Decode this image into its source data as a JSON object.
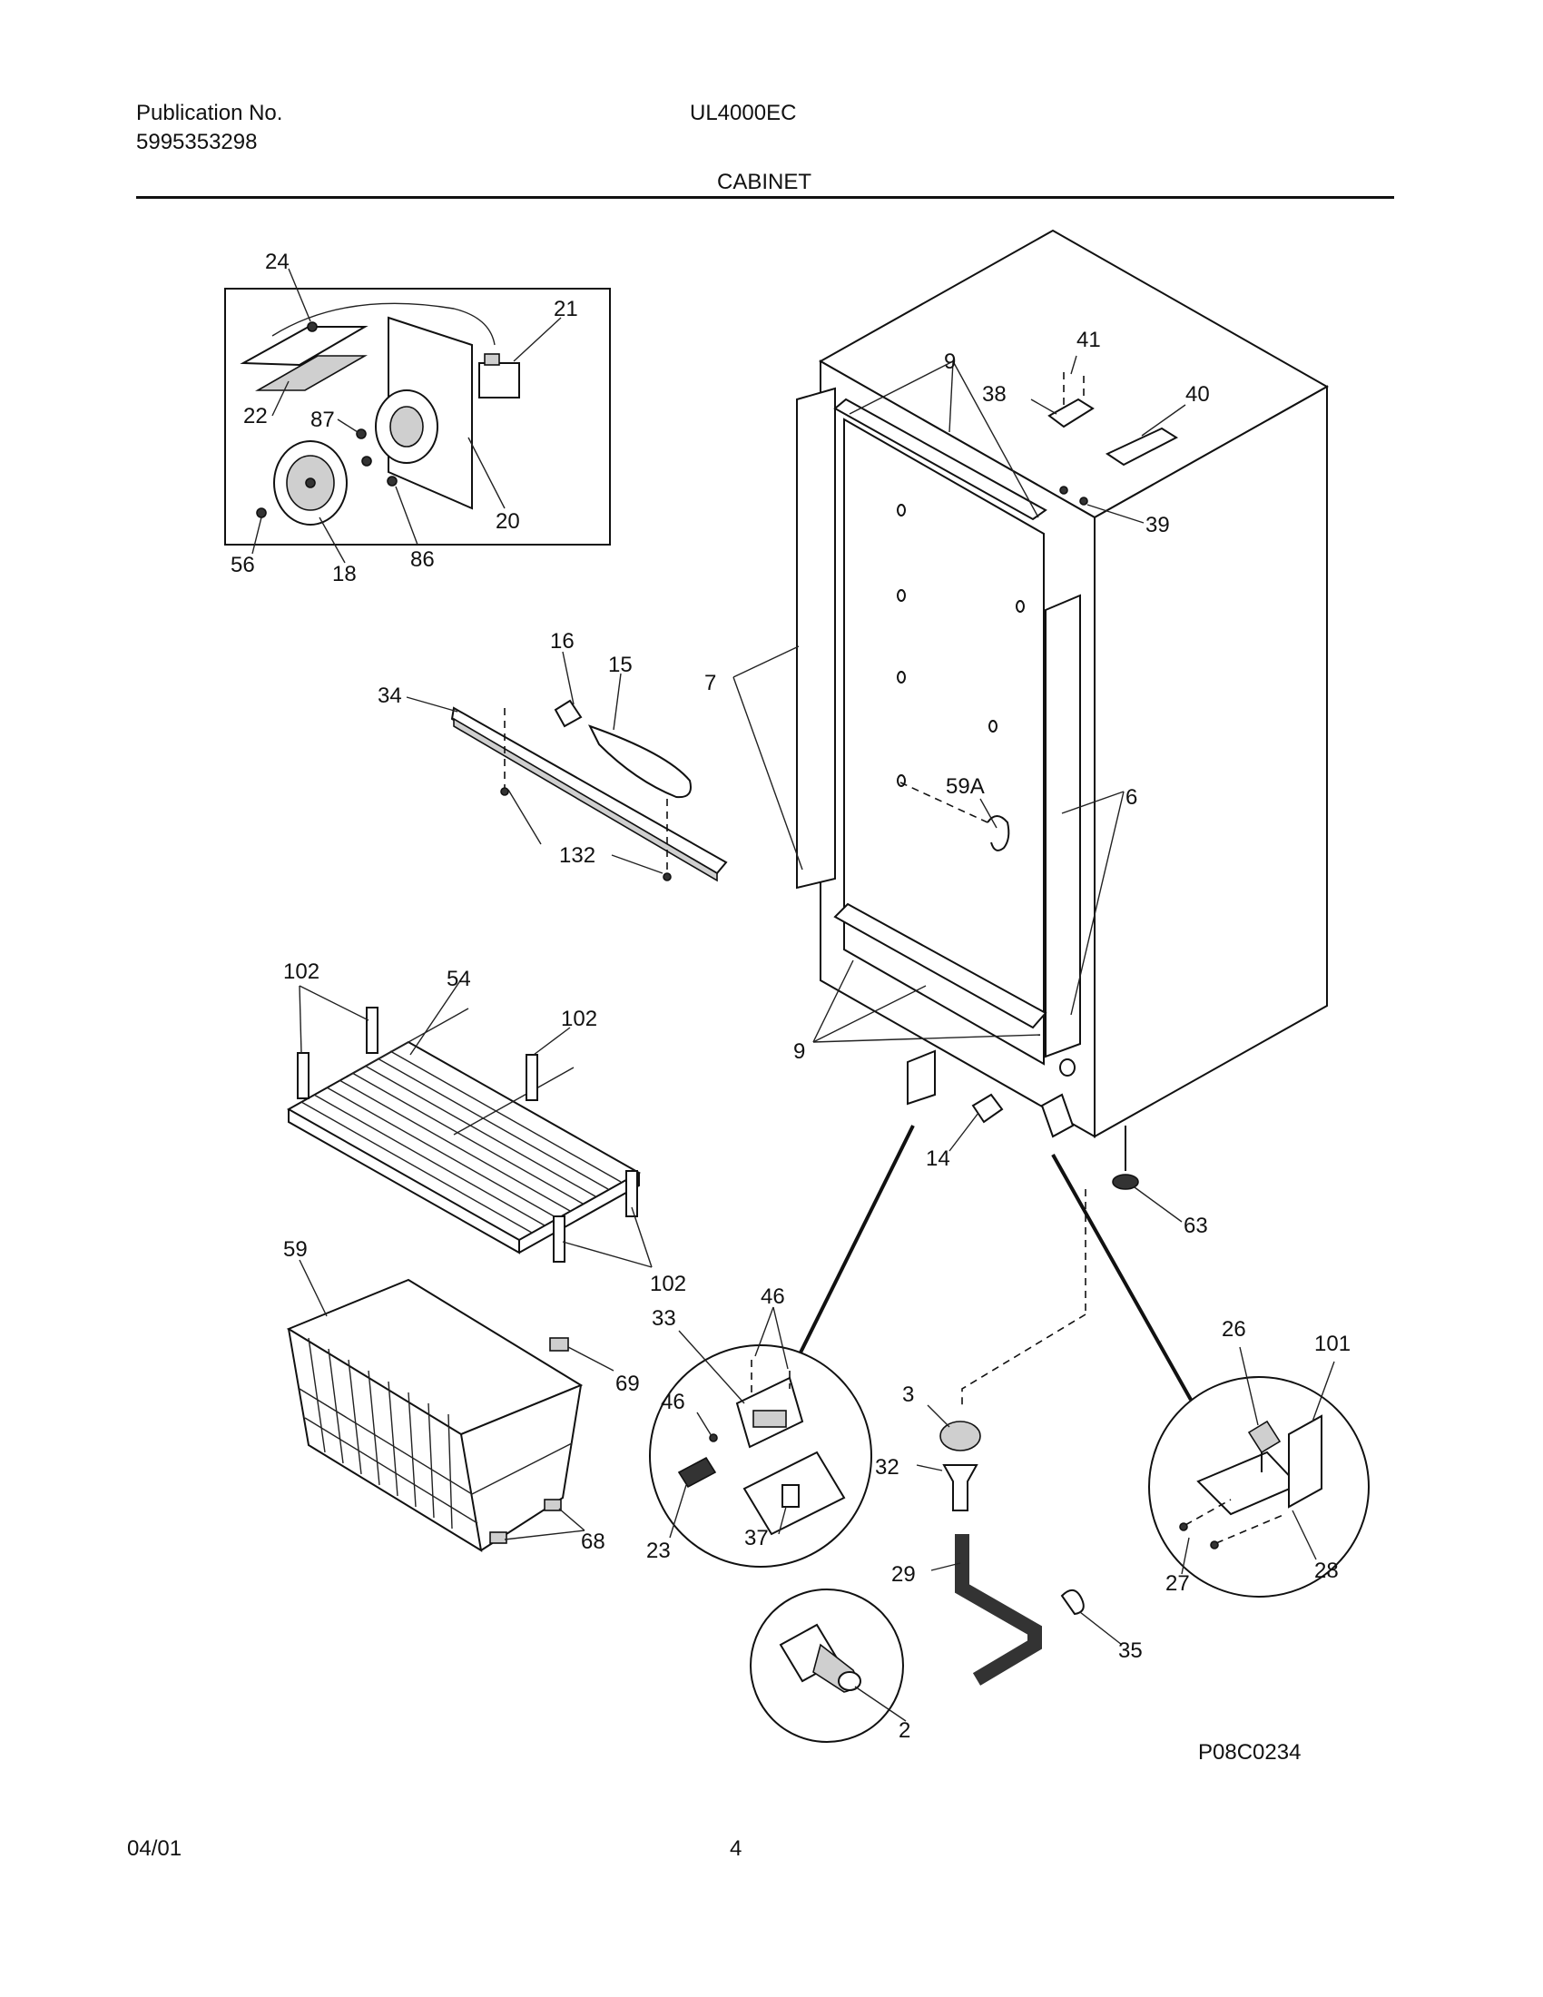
{
  "header": {
    "publication_label": "Publication No.",
    "publication_number": "5995353298",
    "model": "UL4000EC",
    "section_title": "CABINET"
  },
  "footer": {
    "date": "04/01",
    "page_number": "4"
  },
  "diagram": {
    "drawing_id": "P08C0234",
    "callouts": {
      "c24": "24",
      "c21": "21",
      "c87": "87",
      "c22": "22",
      "c20": "20",
      "c56": "56",
      "c18": "18",
      "c86": "86",
      "c16": "16",
      "c15": "15",
      "c34": "34",
      "c132": "132",
      "c9a": "9",
      "c9b": "9",
      "c41": "41",
      "c38": "38",
      "c40": "40",
      "c39": "39",
      "c7": "7",
      "c59a": "59A",
      "c6": "6",
      "c14": "14",
      "c63": "63",
      "c102a": "102",
      "c54": "54",
      "c102b": "102",
      "c102c": "102",
      "c59": "59",
      "c69": "69",
      "c68": "68",
      "c46a": "46",
      "c33": "33",
      "c46b": "46",
      "c23": "23",
      "c37": "37",
      "c3": "3",
      "c32": "32",
      "c29": "29",
      "c35": "35",
      "c2": "2",
      "c26": "26",
      "c101": "101",
      "c27": "27",
      "c28": "28"
    }
  }
}
